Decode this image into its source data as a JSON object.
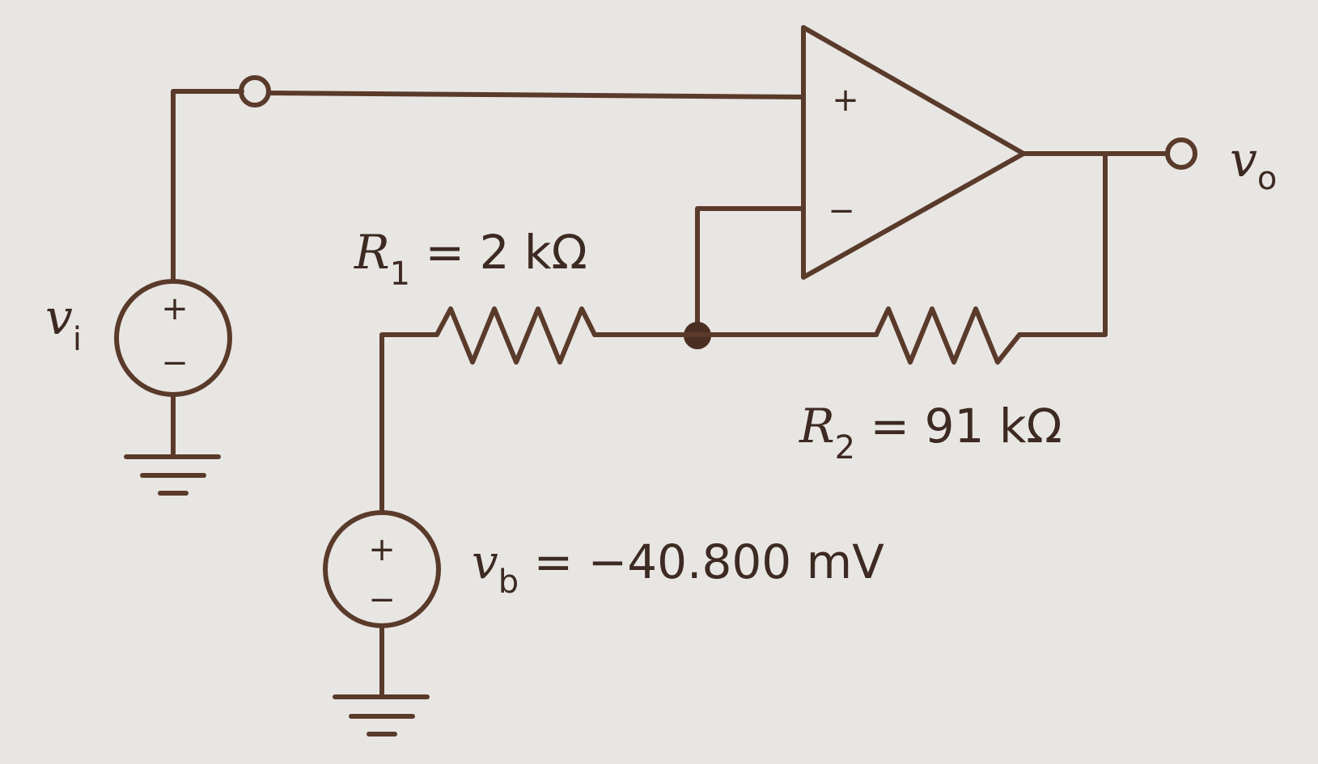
{
  "labels": {
    "vi_main": "v",
    "vi_sub": "i",
    "vo_main": "v",
    "vo_sub": "o",
    "r1_main": "R",
    "r1_sub": "1",
    "r1_value": " = 2 kΩ",
    "r2_main": "R",
    "r2_sub": "2",
    "r2_value": " = 91 kΩ",
    "vb_main": "v",
    "vb_sub": "b",
    "vb_value": " = −40.800 mV",
    "opamp_plus": "+",
    "opamp_minus": "−",
    "source_plus": "+",
    "source_minus": "−"
  }
}
